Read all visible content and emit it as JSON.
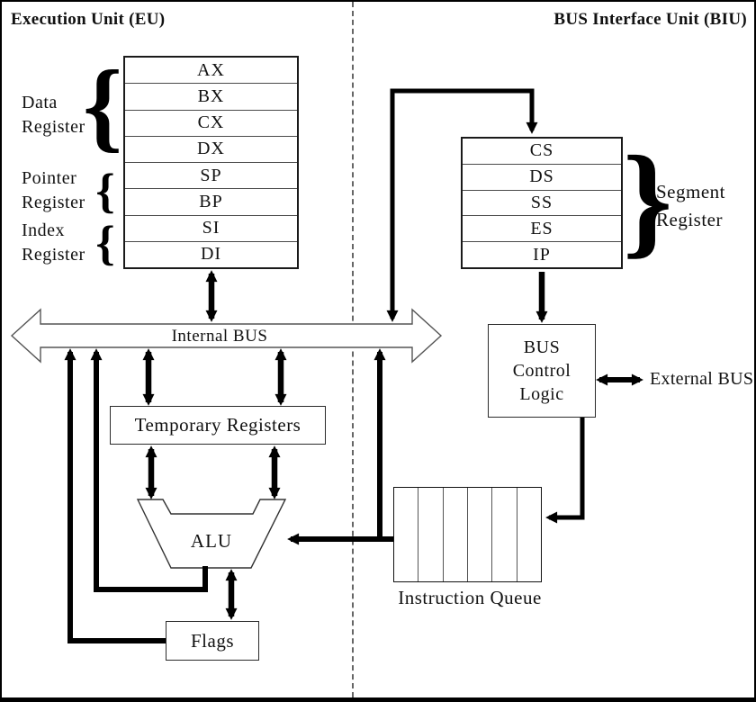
{
  "titles": {
    "eu": "Execution Unit (EU)",
    "biu": "BUS Interface Unit (BIU)"
  },
  "eu_registers": {
    "rows": [
      "AX",
      "BX",
      "CX",
      "DX",
      "SP",
      "BP",
      "SI",
      "DI"
    ]
  },
  "biu_registers": {
    "rows": [
      "CS",
      "DS",
      "SS",
      "ES",
      "IP"
    ]
  },
  "register_groups": {
    "data": {
      "line1": "Data",
      "line2": "Register"
    },
    "pointer": {
      "line1": "Pointer",
      "line2": "Register"
    },
    "index": {
      "line1": "Index",
      "line2": "Register"
    },
    "segment": {
      "line1": "Segment",
      "line2": "Register"
    }
  },
  "internal_bus": {
    "label": "Internal BUS"
  },
  "temporary_registers": {
    "label": "Temporary Registers"
  },
  "alu": {
    "label": "ALU"
  },
  "flags": {
    "label": "Flags"
  },
  "bus_control_logic": {
    "line1": "BUS",
    "line2": "Control",
    "line3": "Logic"
  },
  "external_bus": {
    "label": "External BUS"
  },
  "instruction_queue": {
    "label": "Instruction Queue",
    "cell_count": 6
  },
  "braces": {
    "open": "{",
    "close": "}"
  },
  "colors": {
    "line": "#000000",
    "box_border": "#2b2b2b",
    "divider": "#666666",
    "background": "#ffffff",
    "text": "#111111"
  }
}
